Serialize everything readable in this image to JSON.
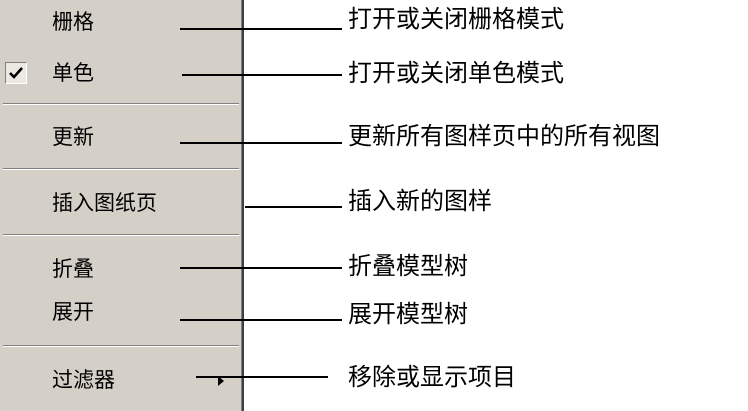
{
  "menu": {
    "items": [
      {
        "label": "栅格",
        "checked": false
      },
      {
        "label": "单色",
        "checked": true
      },
      {
        "label": "更新",
        "checked": false
      },
      {
        "label": "插入图纸页",
        "checked": false
      },
      {
        "label": "折叠",
        "checked": false
      },
      {
        "label": "展开",
        "checked": false
      },
      {
        "label": "过滤器",
        "checked": false,
        "has_submenu": true
      }
    ]
  },
  "annotations": [
    "打开或关闭栅格模式",
    "打开或关闭单色模式",
    "更新所有图样页中的所有视图",
    "插入新的图样",
    "折叠模型树",
    "展开模型树",
    "移除或显示项目"
  ],
  "icons": {
    "check": "check-icon",
    "submenu": "submenu-arrow-icon"
  },
  "colors": {
    "menu_background": "#d4d0c8",
    "text": "#000000",
    "separator_dark": "#808080",
    "separator_light": "#ffffff"
  }
}
